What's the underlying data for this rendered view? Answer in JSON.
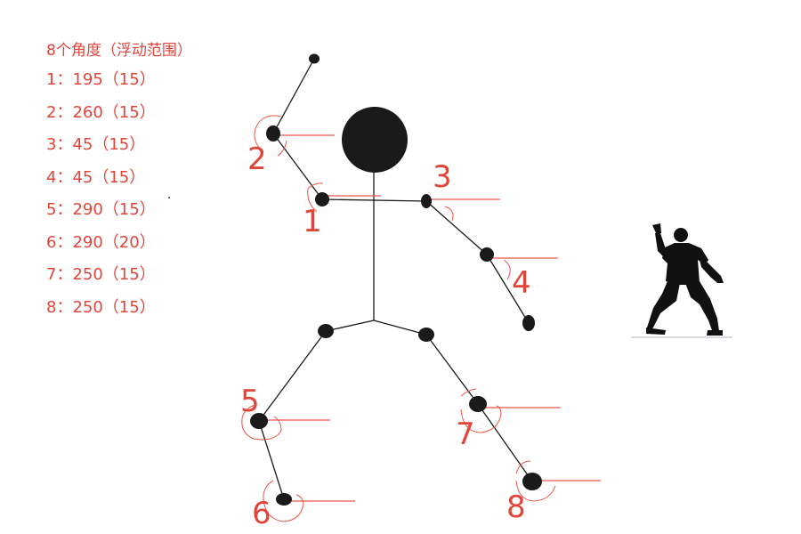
{
  "legend": {
    "title": "8个角度（浮动范围）",
    "items": [
      "1：195（15）",
      "2：260（15）",
      "3：45（15）",
      "4：45（15）",
      "5：290（15）",
      "6：290（20）",
      "7：250（15）",
      "8：250（15）"
    ]
  },
  "joint_labels": [
    "1",
    "2",
    "3",
    "4",
    "5",
    "6",
    "7",
    "8"
  ],
  "colors": {
    "label_red": "#e0453a",
    "reference_line": "#e8574a",
    "figure": "#1a1a1a"
  },
  "icons": {
    "pose_silhouette": "karate-stance-figure"
  }
}
